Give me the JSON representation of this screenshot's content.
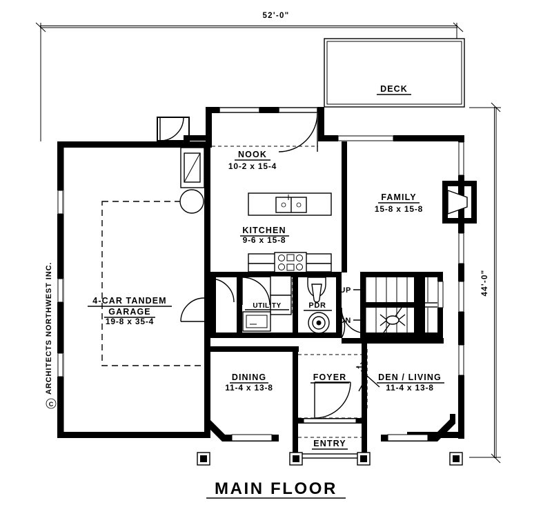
{
  "drawing": {
    "title": "MAIN FLOOR",
    "copyright": "ARCHITECTS NORTHWEST INC.",
    "copyright_symbol": "C"
  },
  "dimensions": {
    "overall_width": "52'-0\"",
    "overall_height": "44'-0\""
  },
  "rooms": [
    {
      "key": "deck",
      "name": "DECK",
      "dims": ""
    },
    {
      "key": "nook",
      "name": "NOOK",
      "dims": "10-2 x 15-4"
    },
    {
      "key": "family",
      "name": "FAMILY",
      "dims": "15-8 x 15-8"
    },
    {
      "key": "kitchen",
      "name": "KITCHEN",
      "dims": "9-6 x 15-8"
    },
    {
      "key": "garage",
      "name": "4-CAR TANDEM",
      "name2": "GARAGE",
      "dims": "19-8 x 35-4"
    },
    {
      "key": "utility",
      "name": "UTILITY",
      "dims": ""
    },
    {
      "key": "pdr",
      "name": "PDR",
      "dims": ""
    },
    {
      "key": "dining",
      "name": "DINING",
      "dims": "11-4 x 13-8"
    },
    {
      "key": "foyer",
      "name": "FOYER",
      "dims": ""
    },
    {
      "key": "den",
      "name": "DEN / LIVING",
      "dims": "11-4 x 13-8"
    },
    {
      "key": "entry",
      "name": "ENTRY",
      "dims": ""
    }
  ],
  "stairs": {
    "up_label": "UP",
    "down_label": "DN"
  },
  "colors": {
    "ink": "#000000",
    "paper": "#ffffff"
  }
}
